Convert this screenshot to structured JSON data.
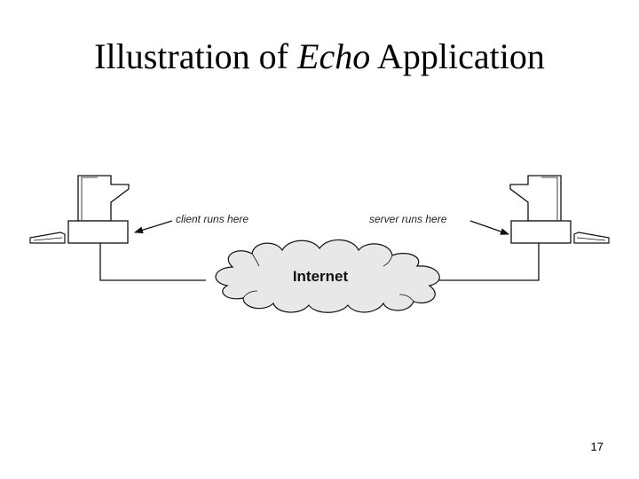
{
  "slide": {
    "title_prefix": "Illustration of ",
    "title_emphasis": "Echo",
    "title_suffix": " Application",
    "page_number": "17"
  },
  "diagram": {
    "client_label": "client runs here",
    "server_label": "server runs here",
    "network_label": "Internet",
    "colors": {
      "stroke": "#111111",
      "cloud_fill": "#e8e8e8",
      "device_fill": "#ffffff"
    }
  }
}
